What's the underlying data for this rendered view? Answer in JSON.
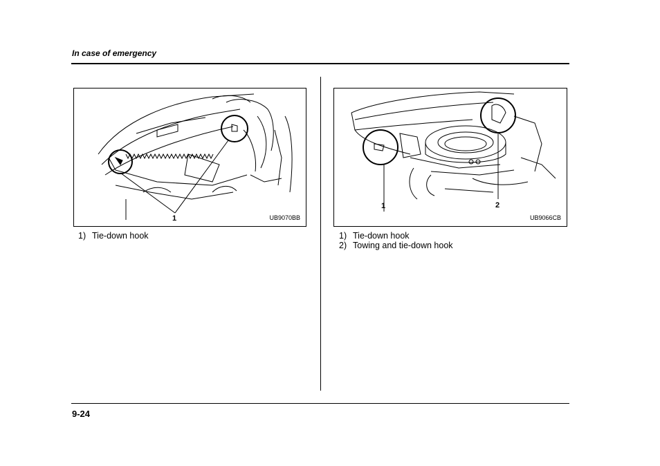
{
  "header": {
    "section_title": "In case of emergency"
  },
  "figures": [
    {
      "code": "UB9070BB",
      "callouts": [
        "1"
      ],
      "captions": [
        {
          "num": "1)",
          "text": "Tie-down hook"
        }
      ]
    },
    {
      "code": "UB9066CB",
      "callouts": [
        "1",
        "2"
      ],
      "captions": [
        {
          "num": "1)",
          "text": "Tie-down hook"
        },
        {
          "num": "2)",
          "text": "Towing and tie-down hook"
        }
      ]
    }
  ],
  "footer": {
    "page_number": "9-24"
  }
}
